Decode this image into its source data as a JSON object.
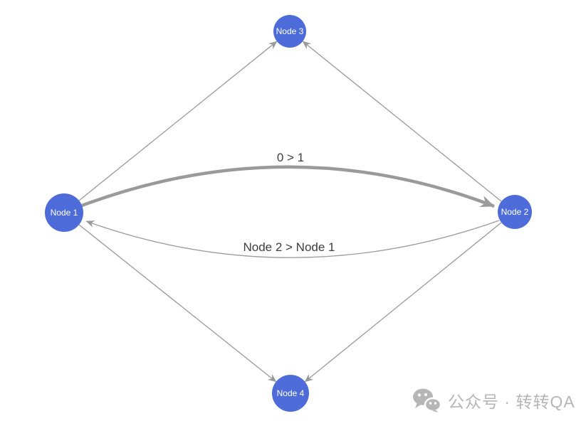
{
  "diagram": {
    "type": "directed-graph",
    "nodes": [
      {
        "id": "1",
        "label": "Node 1"
      },
      {
        "id": "2",
        "label": "Node 2"
      },
      {
        "id": "3",
        "label": "Node 3"
      },
      {
        "id": "4",
        "label": "Node 4"
      }
    ],
    "edges": [
      {
        "from": "Node 1",
        "to": "Node 3",
        "label": "",
        "arrow": "to"
      },
      {
        "from": "Node 2",
        "to": "Node 3",
        "label": "",
        "arrow": "to"
      },
      {
        "from": "Node 1",
        "to": "Node 2",
        "label": "0 > 1",
        "arrow": "to",
        "emphasis": "thick"
      },
      {
        "from": "Node 2",
        "to": "Node 1",
        "label": "Node 2 > Node 1",
        "arrow": "to"
      },
      {
        "from": "Node 1",
        "to": "Node 4",
        "label": "",
        "arrow": "to"
      },
      {
        "from": "Node 2",
        "to": "Node 4",
        "label": "",
        "arrow": "to"
      }
    ],
    "colors": {
      "node_fill": "#4d6cd9",
      "node_text": "#ffffff",
      "edge_stroke": "#9a9a9a",
      "edge_label_text": "#3d3d3d",
      "background": "#ffffff",
      "watermark": "#b6b6b6"
    }
  },
  "watermark": {
    "icon": "wechat-icon",
    "text": "公众号 · 转转QA"
  }
}
